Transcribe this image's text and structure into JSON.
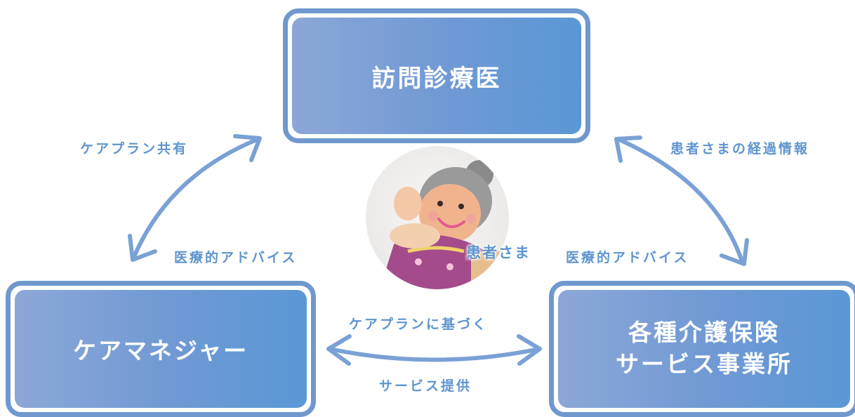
{
  "nodes": {
    "doctor": "訪問診療医",
    "care_manager": "ケアマネジャー",
    "provider_line1": "各種介護保険",
    "provider_line2": "サービス事業所"
  },
  "patient": {
    "label": "患者さま"
  },
  "edges": {
    "careplan_share": "ケアプラン共有",
    "advice_left": "医療的アドバイス",
    "patient_progress": "患者さまの経過情報",
    "advice_right": "医療的アドバイス",
    "careplan_based": "ケアプランに基づく",
    "service_provision": "サービス提供"
  },
  "colors": {
    "box_border": "#6f98cf",
    "box_fill_start": "#8ca7d7",
    "box_fill_end": "#5a98d5",
    "arrow": "#7aa1d6",
    "label_text": "#5f95cf"
  }
}
